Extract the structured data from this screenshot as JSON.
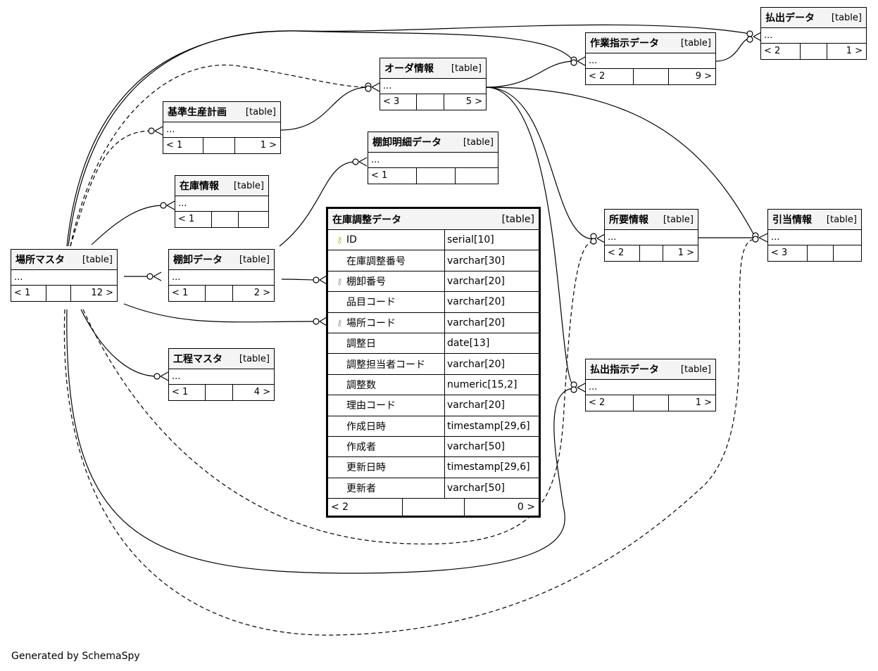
{
  "diagram": {
    "footer_text": "Generated by SchemaSpy",
    "main_table": {
      "name": "在庫調整データ",
      "kind": "[table]",
      "columns": [
        {
          "name": "ID",
          "type": "serial[10]",
          "key": "primary-key"
        },
        {
          "name": "在庫調整番号",
          "type": "varchar[30]",
          "key": ""
        },
        {
          "name": "棚卸番号",
          "type": "varchar[20]",
          "key": "foreign-key"
        },
        {
          "name": "品目コード",
          "type": "varchar[20]",
          "key": ""
        },
        {
          "name": "場所コード",
          "type": "varchar[20]",
          "key": "foreign-key"
        },
        {
          "name": "調整日",
          "type": "date[13]",
          "key": ""
        },
        {
          "name": "調整担当者コード",
          "type": "varchar[20]",
          "key": ""
        },
        {
          "name": "調整数",
          "type": "numeric[15,2]",
          "key": ""
        },
        {
          "name": "理由コード",
          "type": "varchar[20]",
          "key": ""
        },
        {
          "name": "作成日時",
          "type": "timestamp[29,6]",
          "key": ""
        },
        {
          "name": "作成者",
          "type": "varchar[50]",
          "key": ""
        },
        {
          "name": "更新日時",
          "type": "timestamp[29,6]",
          "key": ""
        },
        {
          "name": "更新者",
          "type": "varchar[50]",
          "key": ""
        }
      ],
      "parents": "< 2",
      "middle": "",
      "children": "0 >"
    },
    "tables": {
      "basho": {
        "name": "場所マスタ",
        "kind": "[table]",
        "body": "...",
        "parents": "< 1",
        "children": "12 >"
      },
      "kijun": {
        "name": "基準生産計画",
        "kind": "[table]",
        "body": "...",
        "parents": "< 1",
        "children": "1 >"
      },
      "zaiko": {
        "name": "在庫情報",
        "kind": "[table]",
        "body": "...",
        "parents": "< 1",
        "children": ""
      },
      "tanaoroshi": {
        "name": "棚卸データ",
        "kind": "[table]",
        "body": "...",
        "parents": "< 1",
        "children": "2 >"
      },
      "koutei": {
        "name": "工程マスタ",
        "kind": "[table]",
        "body": "...",
        "parents": "< 1",
        "children": "4 >"
      },
      "order": {
        "name": "オーダ情報",
        "kind": "[table]",
        "body": "...",
        "parents": "< 3",
        "children": "5 >"
      },
      "tanameisai": {
        "name": "棚卸明細データ",
        "kind": "[table]",
        "body": "...",
        "parents": "< 1",
        "children": ""
      },
      "sagyou": {
        "name": "作業指示データ",
        "kind": "[table]",
        "body": "...",
        "parents": "< 2",
        "children": "9 >"
      },
      "haraidashi": {
        "name": "払出データ",
        "kind": "[table]",
        "body": "...",
        "parents": "< 2",
        "children": "1 >"
      },
      "shoyou": {
        "name": "所要情報",
        "kind": "[table]",
        "body": "...",
        "parents": "< 2",
        "children": "1 >"
      },
      "hikiate": {
        "name": "引当情報",
        "kind": "[table]",
        "body": "...",
        "parents": "< 3",
        "children": ""
      },
      "haraishiji": {
        "name": "払出指示データ",
        "kind": "[table]",
        "body": "...",
        "parents": "< 2",
        "children": "1 >"
      }
    }
  }
}
